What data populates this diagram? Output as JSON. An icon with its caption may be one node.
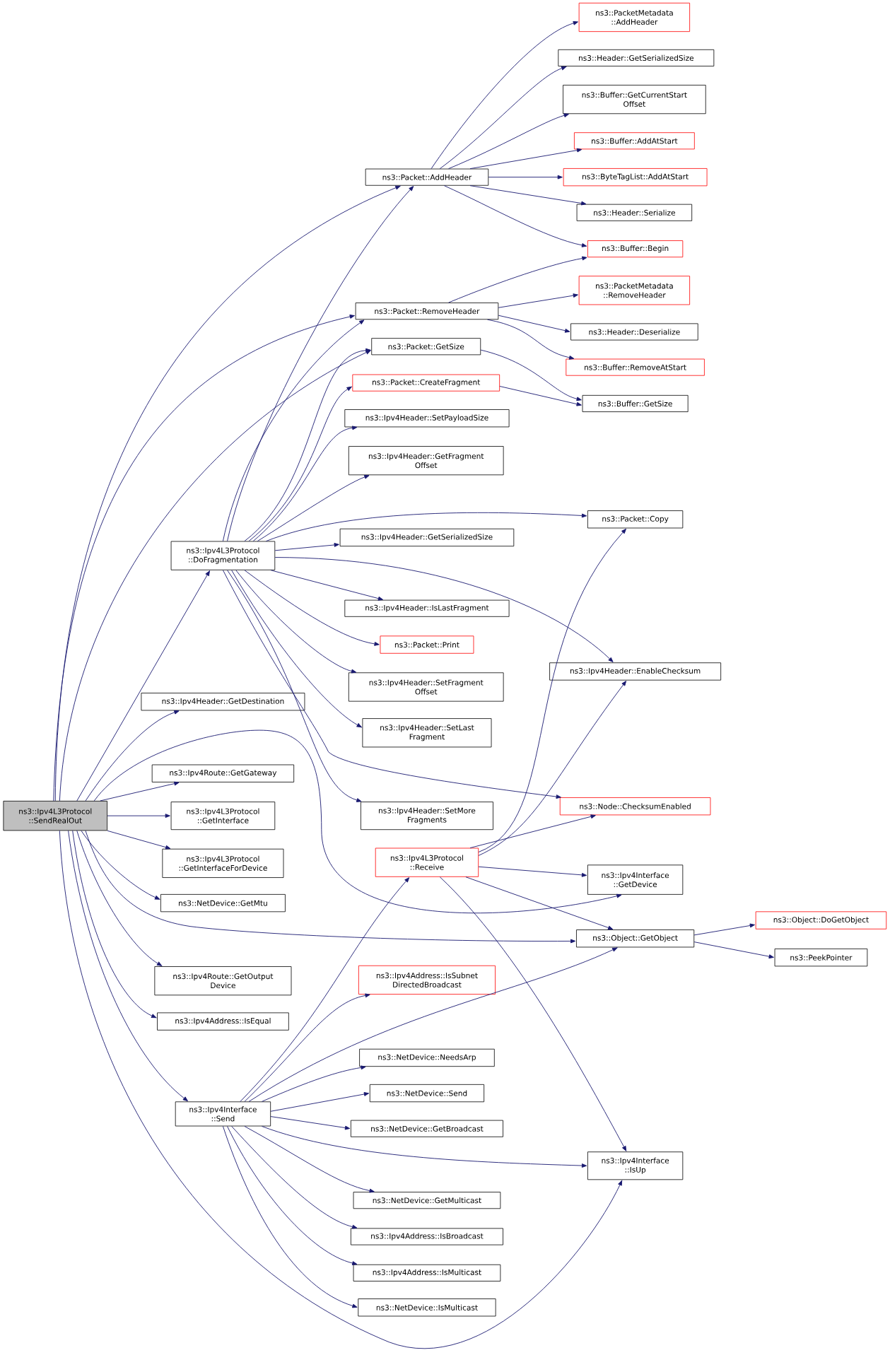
{
  "diagram": {
    "nodes": [
      {
        "text": [
          "ns3::Ipv4L3Protocol ::SendRealOut"
        ]
      },
      {
        "text": [
          "ns3::Packet::AddHeader"
        ]
      },
      {
        "text": [
          "ns3::PacketMetadata ::AddHeader"
        ]
      },
      {
        "text": [
          "ns3::Header::GetSerializedSize"
        ]
      },
      {
        "text": [
          "ns3::Buffer::GetCurrentStart Offset"
        ]
      },
      {
        "text": [
          "ns3::Buffer::AddAtStart"
        ]
      },
      {
        "text": [
          "ns3::ByteTagList::AddAtStart"
        ]
      },
      {
        "text": [
          "ns3::Header::Serialize"
        ]
      },
      {
        "text": [
          "ns3::Buffer::Begin"
        ]
      },
      {
        "text": [
          "ns3::Packet::RemoveHeader"
        ]
      },
      {
        "text": [
          "ns3::PacketMetadata ::RemoveHeader"
        ]
      },
      {
        "text": [
          "ns3::Header::Deserialize"
        ]
      },
      {
        "text": [
          "ns3::Buffer::RemoveAtStart"
        ]
      },
      {
        "text": [
          "ns3::Packet::GetSize"
        ]
      },
      {
        "text": [
          "ns3::Buffer::GetSize"
        ]
      },
      {
        "text": [
          "ns3::Packet::CreateFragment"
        ]
      },
      {
        "text": [
          "ns3::Ipv4Header::SetPayloadSize"
        ]
      },
      {
        "text": [
          "ns3::Ipv4Header::GetFragment Offset"
        ]
      },
      {
        "text": [
          "ns3::Ipv4L3Protocol ::DoFragmentation"
        ]
      },
      {
        "text": [
          "ns3::Packet::Copy"
        ]
      },
      {
        "text": [
          "ns3::Ipv4Header::GetSerializedSize"
        ]
      },
      {
        "text": [
          "ns3::Ipv4Header::IsLastFragment"
        ]
      },
      {
        "text": [
          "ns3::Packet::Print"
        ]
      },
      {
        "text": [
          "ns3::Ipv4Header::EnableChecksum"
        ]
      },
      {
        "text": [
          "ns3::Ipv4Header::SetFragment Offset"
        ]
      },
      {
        "text": [
          "ns3::Ipv4Header::SetLast Fragment"
        ]
      },
      {
        "text": [
          "ns3::Ipv4Header::GetDestination"
        ]
      },
      {
        "text": [
          "ns3::Ipv4Route::GetGateway"
        ]
      },
      {
        "text": [
          "ns3::Node::ChecksumEnabled"
        ]
      },
      {
        "text": [
          "ns3::Ipv4L3Protocol ::GetInterface"
        ]
      },
      {
        "text": [
          "ns3::Ipv4Header::SetMore Fragments"
        ]
      },
      {
        "text": [
          "ns3::Ipv4L3Protocol ::GetInterfaceForDevice"
        ]
      },
      {
        "text": [
          "ns3::Ipv4L3Protocol ::Receive"
        ]
      },
      {
        "text": [
          "ns3::Ipv4Interface ::GetDevice"
        ]
      },
      {
        "text": [
          "ns3::NetDevice::GetMtu"
        ]
      },
      {
        "text": [
          "ns3::Object::GetObject"
        ]
      },
      {
        "text": [
          "ns3::Object::DoGetObject"
        ]
      },
      {
        "text": [
          "ns3::PeekPointer"
        ]
      },
      {
        "text": [
          "ns3::Ipv4Route::GetOutput Device"
        ]
      },
      {
        "text": [
          "ns3::Ipv4Address::IsSubnet DirectedBroadcast"
        ]
      },
      {
        "text": [
          "ns3::Ipv4Address::IsEqual"
        ]
      },
      {
        "text": [
          "ns3::NetDevice::NeedsArp"
        ]
      },
      {
        "text": [
          "ns3::Ipv4Interface ::Send"
        ]
      },
      {
        "text": [
          "ns3::NetDevice::Send"
        ]
      },
      {
        "text": [
          "ns3::NetDevice::GetBroadcast"
        ]
      },
      {
        "text": [
          "ns3::Ipv4Interface ::IsUp"
        ]
      },
      {
        "text": [
          "ns3::NetDevice::GetMulticast"
        ]
      },
      {
        "text": [
          "ns3::Ipv4Address::IsBroadcast"
        ]
      },
      {
        "text": [
          "ns3::Ipv4Address::IsMulticast"
        ]
      },
      {
        "text": [
          "ns3::NetDevice::IsMulticast"
        ]
      }
    ],
    "edges": [
      {
        "from": 0,
        "to": 1,
        "arrow": "to"
      },
      {
        "from": 0,
        "to": 9,
        "arrow": "to"
      },
      {
        "from": 0,
        "to": 13,
        "arrow": "to"
      },
      {
        "from": 0,
        "to": 18,
        "arrow": "to"
      },
      {
        "from": 0,
        "to": 26,
        "arrow": "to"
      },
      {
        "from": 0,
        "to": 33,
        "arrow": "to"
      },
      {
        "from": 0,
        "to": 27,
        "arrow": "to"
      },
      {
        "from": 0,
        "to": 29,
        "arrow": "to"
      },
      {
        "from": 0,
        "to": 31,
        "arrow": "to"
      },
      {
        "from": 0,
        "to": 34,
        "arrow": "to"
      },
      {
        "from": 0,
        "to": 35,
        "arrow": "to"
      },
      {
        "from": 0,
        "to": 38,
        "arrow": "to"
      },
      {
        "from": 0,
        "to": 40,
        "arrow": "to"
      },
      {
        "from": 0,
        "to": 42,
        "arrow": "to"
      },
      {
        "from": 0,
        "to": 45,
        "arrow": "to"
      },
      {
        "from": 18,
        "to": 1,
        "arrow": "to"
      },
      {
        "from": 18,
        "to": 9,
        "arrow": "to"
      },
      {
        "from": 18,
        "to": 13,
        "arrow": "to"
      },
      {
        "from": 18,
        "to": 15,
        "arrow": "to"
      },
      {
        "from": 18,
        "to": 16,
        "arrow": "to"
      },
      {
        "from": 18,
        "to": 17,
        "arrow": "to"
      },
      {
        "from": 18,
        "to": 19,
        "arrow": "to"
      },
      {
        "from": 18,
        "to": 20,
        "arrow": "to"
      },
      {
        "from": 18,
        "to": 23,
        "arrow": "to"
      },
      {
        "from": 18,
        "to": 21,
        "arrow": "to"
      },
      {
        "from": 18,
        "to": 22,
        "arrow": "to"
      },
      {
        "from": 18,
        "to": 24,
        "arrow": "to"
      },
      {
        "from": 18,
        "to": 25,
        "arrow": "to"
      },
      {
        "from": 18,
        "to": 28,
        "arrow": "to"
      },
      {
        "from": 18,
        "to": 30,
        "arrow": "to"
      },
      {
        "from": 1,
        "to": 2,
        "arrow": "to"
      },
      {
        "from": 1,
        "to": 3,
        "arrow": "to"
      },
      {
        "from": 1,
        "to": 4,
        "arrow": "to"
      },
      {
        "from": 1,
        "to": 5,
        "arrow": "to"
      },
      {
        "from": 1,
        "to": 6,
        "arrow": "to"
      },
      {
        "from": 1,
        "to": 7,
        "arrow": "to"
      },
      {
        "from": 1,
        "to": 8,
        "arrow": "to"
      },
      {
        "from": 9,
        "to": 8,
        "arrow": "to"
      },
      {
        "from": 9,
        "to": 10,
        "arrow": "to"
      },
      {
        "from": 9,
        "to": 11,
        "arrow": "to"
      },
      {
        "from": 9,
        "to": 12,
        "arrow": "to"
      },
      {
        "from": 13,
        "to": 14,
        "arrow": "to"
      },
      {
        "from": 15,
        "to": 14,
        "arrow": "to"
      },
      {
        "from": 32,
        "to": 19,
        "arrow": "to"
      },
      {
        "from": 32,
        "to": 23,
        "arrow": "to"
      },
      {
        "from": 32,
        "to": 28,
        "arrow": "to"
      },
      {
        "from": 32,
        "to": 33,
        "arrow": "to"
      },
      {
        "from": 32,
        "to": 35,
        "arrow": "to"
      },
      {
        "from": 32,
        "to": 45,
        "arrow": "to"
      },
      {
        "from": 35,
        "to": 36,
        "arrow": "to"
      },
      {
        "from": 35,
        "to": 37,
        "arrow": "to"
      },
      {
        "from": 42,
        "to": 32,
        "arrow": "to"
      },
      {
        "from": 42,
        "to": 39,
        "arrow": "to"
      },
      {
        "from": 42,
        "to": 35,
        "arrow": "to"
      },
      {
        "from": 42,
        "to": 41,
        "arrow": "to"
      },
      {
        "from": 42,
        "to": 43,
        "arrow": "to"
      },
      {
        "from": 42,
        "to": 44,
        "arrow": "to"
      },
      {
        "from": 42,
        "to": 45,
        "arrow": "to"
      },
      {
        "from": 42,
        "to": 46,
        "arrow": "to"
      },
      {
        "from": 42,
        "to": 47,
        "arrow": "to"
      },
      {
        "from": 42,
        "to": 48,
        "arrow": "to"
      },
      {
        "from": 42,
        "to": 49,
        "arrow": "to"
      }
    ]
  }
}
